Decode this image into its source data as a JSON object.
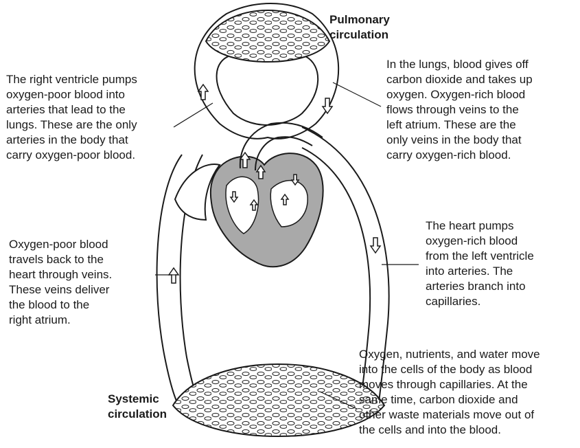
{
  "titles": {
    "pulmonary": [
      "Pulmonary",
      "circulation"
    ],
    "systemic": [
      "Systemic",
      "circulation"
    ]
  },
  "captions": {
    "right_ventricle": [
      "The right ventricle pumps",
      "oxygen-poor blood into",
      "arteries that lead to the",
      "lungs. These are the only",
      "arteries in the body that",
      "carry oxygen-poor blood."
    ],
    "lungs": [
      "In the lungs, blood gives off",
      "carbon dioxide and takes up",
      "oxygen. Oxygen-rich blood",
      "flows through veins to the",
      "left atrium. These are the",
      "only veins in the body that",
      "carry oxygen-rich blood."
    ],
    "heart_pumps": [
      "The heart pumps",
      "oxygen-rich blood",
      "from the left ventricle",
      "into arteries. The",
      "arteries branch into",
      "capillaries."
    ],
    "veins_return": [
      "Oxygen-poor blood",
      "travels back to the",
      "heart through veins.",
      "These veins deliver",
      "the blood to the",
      "right atrium."
    ],
    "capillaries": [
      "Oxygen, nutrients, and water move",
      "into the cells of the body as blood",
      "moves through capillaries.  At the",
      "same time, carbon dioxide and",
      "other waste materials move out of",
      "the cells and into the blood."
    ]
  },
  "colors": {
    "ink": "#1a1a1a",
    "heart_fill": "#a9a9a9",
    "vessel_fill": "#ffffff"
  }
}
